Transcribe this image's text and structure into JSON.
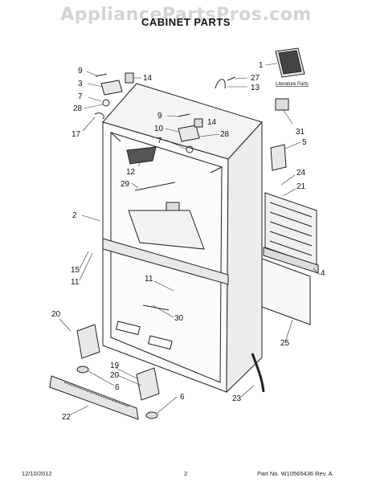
{
  "watermark": "AppliancePartsPros.com",
  "title": "CABINET PARTS",
  "literature_label": "Literature Parts",
  "callouts": [
    "1",
    "27",
    "13",
    "9",
    "14",
    "3",
    "7",
    "28",
    "17",
    "9",
    "14",
    "10",
    "28",
    "7",
    "31",
    "5",
    "12",
    "29",
    "24",
    "21",
    "2",
    "15",
    "11",
    "4",
    "11",
    "30",
    "20",
    "25",
    "19",
    "20",
    "6",
    "6",
    "22",
    "23"
  ],
  "footer": {
    "date": "12/10/2012",
    "page": "2",
    "part": "Part No.  W10565436  Rev. A"
  }
}
